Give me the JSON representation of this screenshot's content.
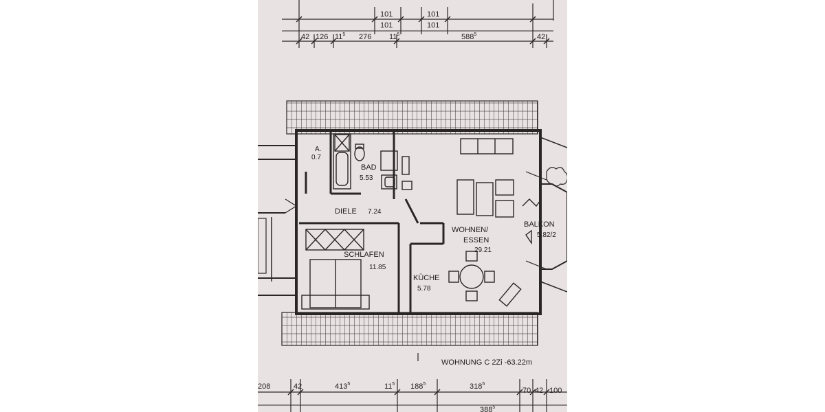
{
  "title": "WOHNUNG C  2Zi -63.22m",
  "rooms": {
    "abstell": {
      "name": "A.",
      "area": "0.7"
    },
    "bad": {
      "name": "BAD",
      "area": "5.53"
    },
    "diele": {
      "name": "DIELE",
      "area": "7.24"
    },
    "wohnen": {
      "name_line1": "WOHNEN/",
      "name_line2": "ESSEN",
      "area": "29.21"
    },
    "schlafen": {
      "name": "SCHLAFEN",
      "area": "11.85"
    },
    "kueche": {
      "name": "KÜCHE",
      "area": "5.78"
    },
    "balkon": {
      "name": "BALKON",
      "area": "5.82/2"
    }
  },
  "dims_top": {
    "row1": [
      "101",
      "101"
    ],
    "row2": [
      "101",
      "101"
    ],
    "row3": [
      {
        "v": "42",
        "s": ""
      },
      {
        "v": "126",
        "s": ""
      },
      {
        "v": "11",
        "s": "5"
      },
      {
        "v": "276",
        "s": ""
      },
      {
        "v": "11",
        "s": "5"
      },
      {
        "v": "588",
        "s": "5"
      },
      {
        "v": "42",
        "s": ""
      }
    ]
  },
  "dims_bottom": {
    "row1": [
      {
        "v": "208",
        "s": ""
      },
      {
        "v": "42",
        "s": ""
      },
      {
        "v": "413",
        "s": "5"
      },
      {
        "v": "11",
        "s": "5"
      },
      {
        "v": "188",
        "s": "5"
      },
      {
        "v": "318",
        "s": "5"
      },
      {
        "v": "70",
        "s": ""
      },
      {
        "v": "42",
        "s": ""
      },
      {
        "v": "100",
        "s": ""
      }
    ],
    "row2": [
      {
        "v": "388",
        "s": "5"
      }
    ]
  }
}
